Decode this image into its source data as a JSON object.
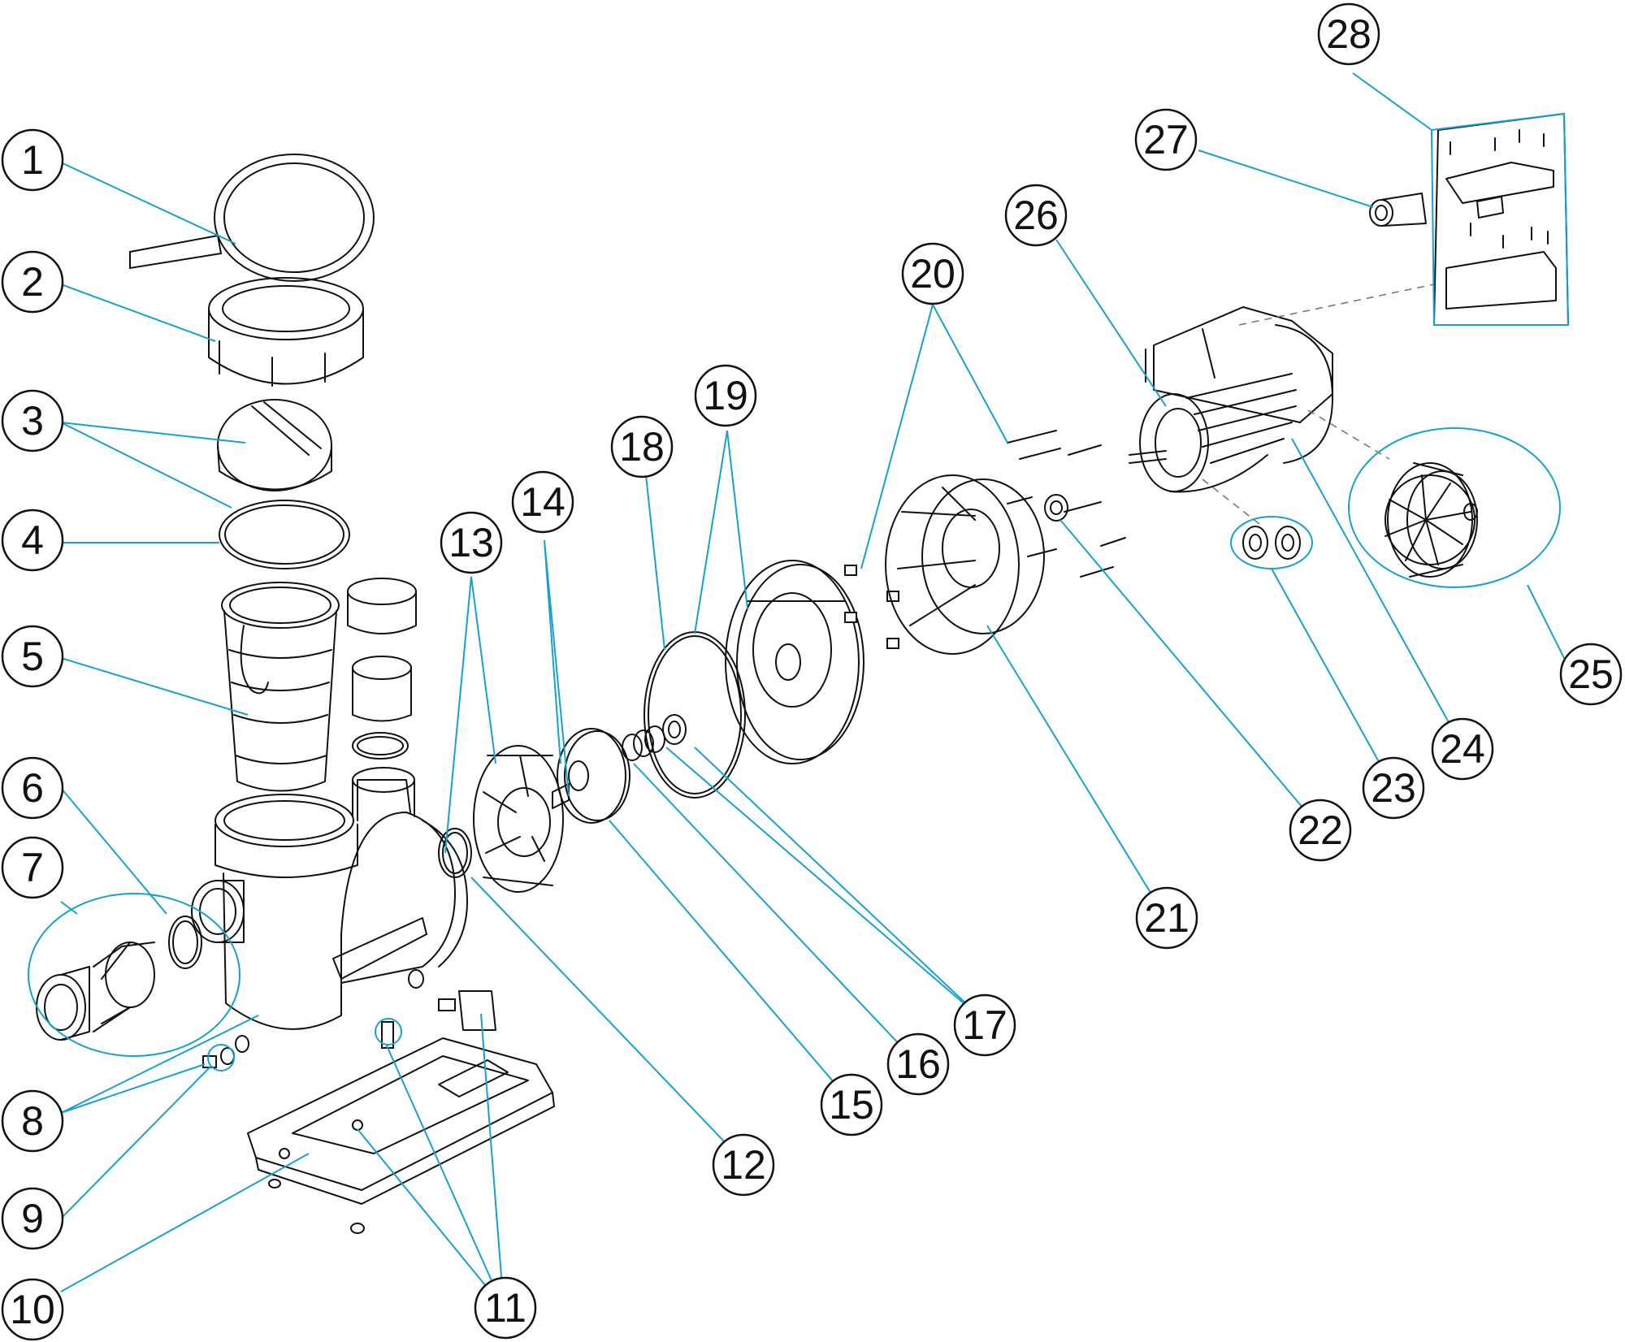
{
  "callouts": [
    {
      "id": "1",
      "label": "1"
    },
    {
      "id": "2",
      "label": "2"
    },
    {
      "id": "3",
      "label": "3"
    },
    {
      "id": "4",
      "label": "4"
    },
    {
      "id": "5",
      "label": "5"
    },
    {
      "id": "6",
      "label": "6"
    },
    {
      "id": "7",
      "label": "7"
    },
    {
      "id": "8",
      "label": "8"
    },
    {
      "id": "9",
      "label": "9"
    },
    {
      "id": "10",
      "label": "10"
    },
    {
      "id": "11",
      "label": "11"
    },
    {
      "id": "12",
      "label": "12"
    },
    {
      "id": "13",
      "label": "13"
    },
    {
      "id": "14",
      "label": "14"
    },
    {
      "id": "15",
      "label": "15"
    },
    {
      "id": "16",
      "label": "16"
    },
    {
      "id": "17",
      "label": "17"
    },
    {
      "id": "18",
      "label": "18"
    },
    {
      "id": "19",
      "label": "19"
    },
    {
      "id": "20",
      "label": "20"
    },
    {
      "id": "21",
      "label": "21"
    },
    {
      "id": "22",
      "label": "22"
    },
    {
      "id": "23",
      "label": "23"
    },
    {
      "id": "24",
      "label": "24"
    },
    {
      "id": "25",
      "label": "25"
    },
    {
      "id": "26",
      "label": "26"
    },
    {
      "id": "27",
      "label": "27"
    },
    {
      "id": "28",
      "label": "28"
    }
  ],
  "colors": {
    "leader": "#18a0d3",
    "ink": "#111111",
    "dash": "#777777"
  }
}
